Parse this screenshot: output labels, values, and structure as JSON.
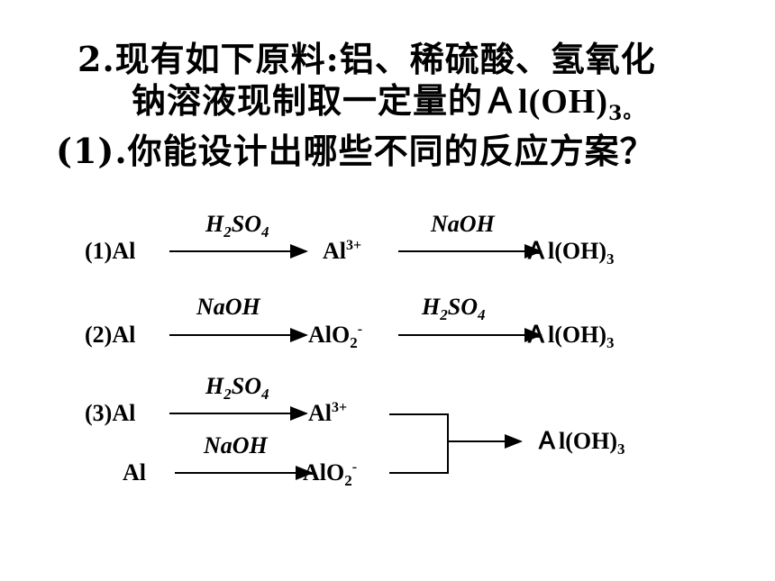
{
  "title": {
    "line1": "2.现有如下原料:铝、稀硫酸、氢氧化",
    "line2_text": "钠溶液现制取一定量的",
    "line2_formula": "Ａl(OH)",
    "line2_formula_sub": "3",
    "line2_period": "。",
    "line3": "(1).你能设计出哪些不同的反应方案？"
  },
  "reactions": {
    "r1": {
      "start": "(1)Al",
      "reagent1": {
        "base": "H",
        "s1": "2",
        "mid": "SO",
        "s2": "4"
      },
      "mid_base": "Al",
      "mid_sup": "3+",
      "reagent2": "NaOH",
      "product_base": "Ａl(OH)",
      "product_sub": "3"
    },
    "r2": {
      "start": "(2)Al",
      "reagent1": "NaOH",
      "mid_base": "AlO",
      "mid_sub": "2",
      "mid_sup": "-",
      "reagent2": {
        "base": "H",
        "s1": "2",
        "mid": "SO",
        "s2": "4"
      },
      "product_base": "Ａl(OH)",
      "product_sub": "3"
    },
    "r3": {
      "start_a": "(3)Al",
      "reagent_a": {
        "base": "H",
        "s1": "2",
        "mid": "SO",
        "s2": "4"
      },
      "mid_a_base": "Al",
      "mid_a_sup": "3+",
      "start_b": "Al",
      "reagent_b": "NaOH",
      "mid_b_base": "AlO",
      "mid_b_sub": "2",
      "mid_b_sup": "-",
      "product_base": "Ａl(OH)",
      "product_sub": "3"
    }
  }
}
